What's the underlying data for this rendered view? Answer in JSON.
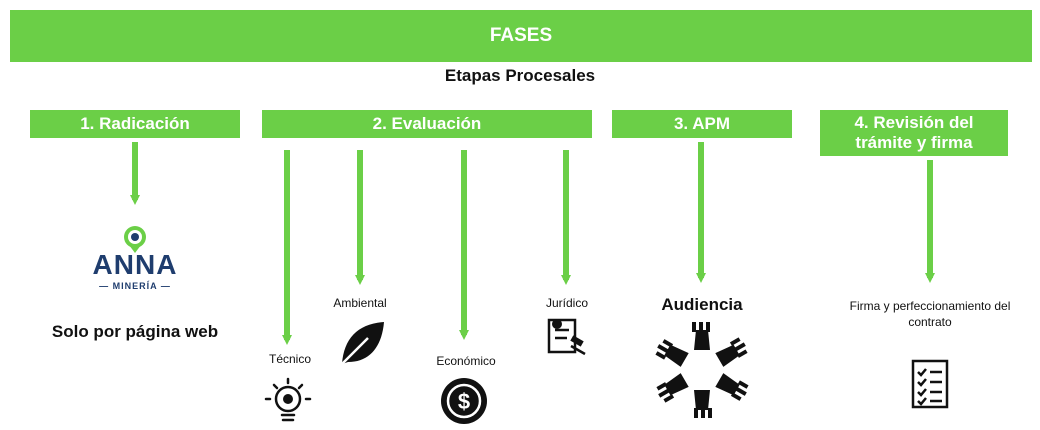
{
  "header": {
    "title": "FASES",
    "subtitle": "Etapas Procesales"
  },
  "phases": [
    {
      "label": "1. Radicación"
    },
    {
      "label": "2. Evaluación"
    },
    {
      "label": "3. APM"
    },
    {
      "label": "4. Revisión del trámite y firma"
    }
  ],
  "logo": {
    "wordmark": "ANNA",
    "tagline": "MINERÍA"
  },
  "radicacion": {
    "text": "Solo por página web"
  },
  "evaluacion": {
    "items": [
      {
        "label": "Técnico",
        "icon": "lightbulb-gear-icon"
      },
      {
        "label": "Ambiental",
        "icon": "leaf-icon"
      },
      {
        "label": "Económico",
        "icon": "dollar-coin-icon"
      },
      {
        "label": "Jurídico",
        "icon": "legal-document-icon"
      }
    ]
  },
  "apm": {
    "label": "Audiencia",
    "icon": "hands-circle-icon"
  },
  "revision": {
    "label": "Firma y perfeccionamiento del contrato",
    "icon": "checklist-icon"
  },
  "colors": {
    "accent": "#6bcf47",
    "logo_blue": "#1f3d6e"
  }
}
